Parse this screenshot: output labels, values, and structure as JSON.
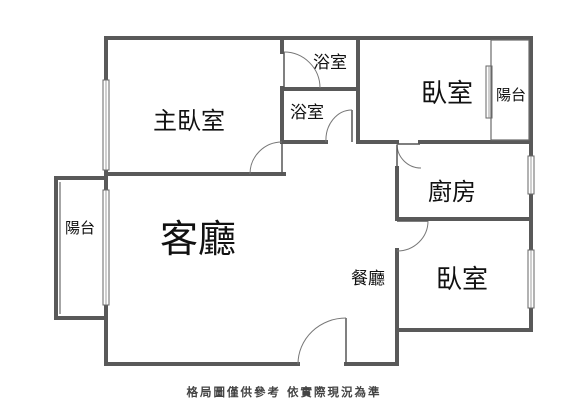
{
  "rooms": {
    "master_bedroom": "主臥室",
    "bath_top": "浴室",
    "bath_inner": "浴室",
    "bedroom_top": "臥室",
    "balcony_top": "陽台",
    "kitchen": "廚房",
    "living_room": "客廳",
    "balcony_left": "陽台",
    "dining_room": "餐廳",
    "bedroom_bottom": "臥室"
  },
  "footer": {
    "disclaimer": "格局圖僅供參考 依實際現況為準"
  },
  "colors": {
    "wall": "#595959",
    "background": "#ffffff",
    "text": "#111111"
  }
}
